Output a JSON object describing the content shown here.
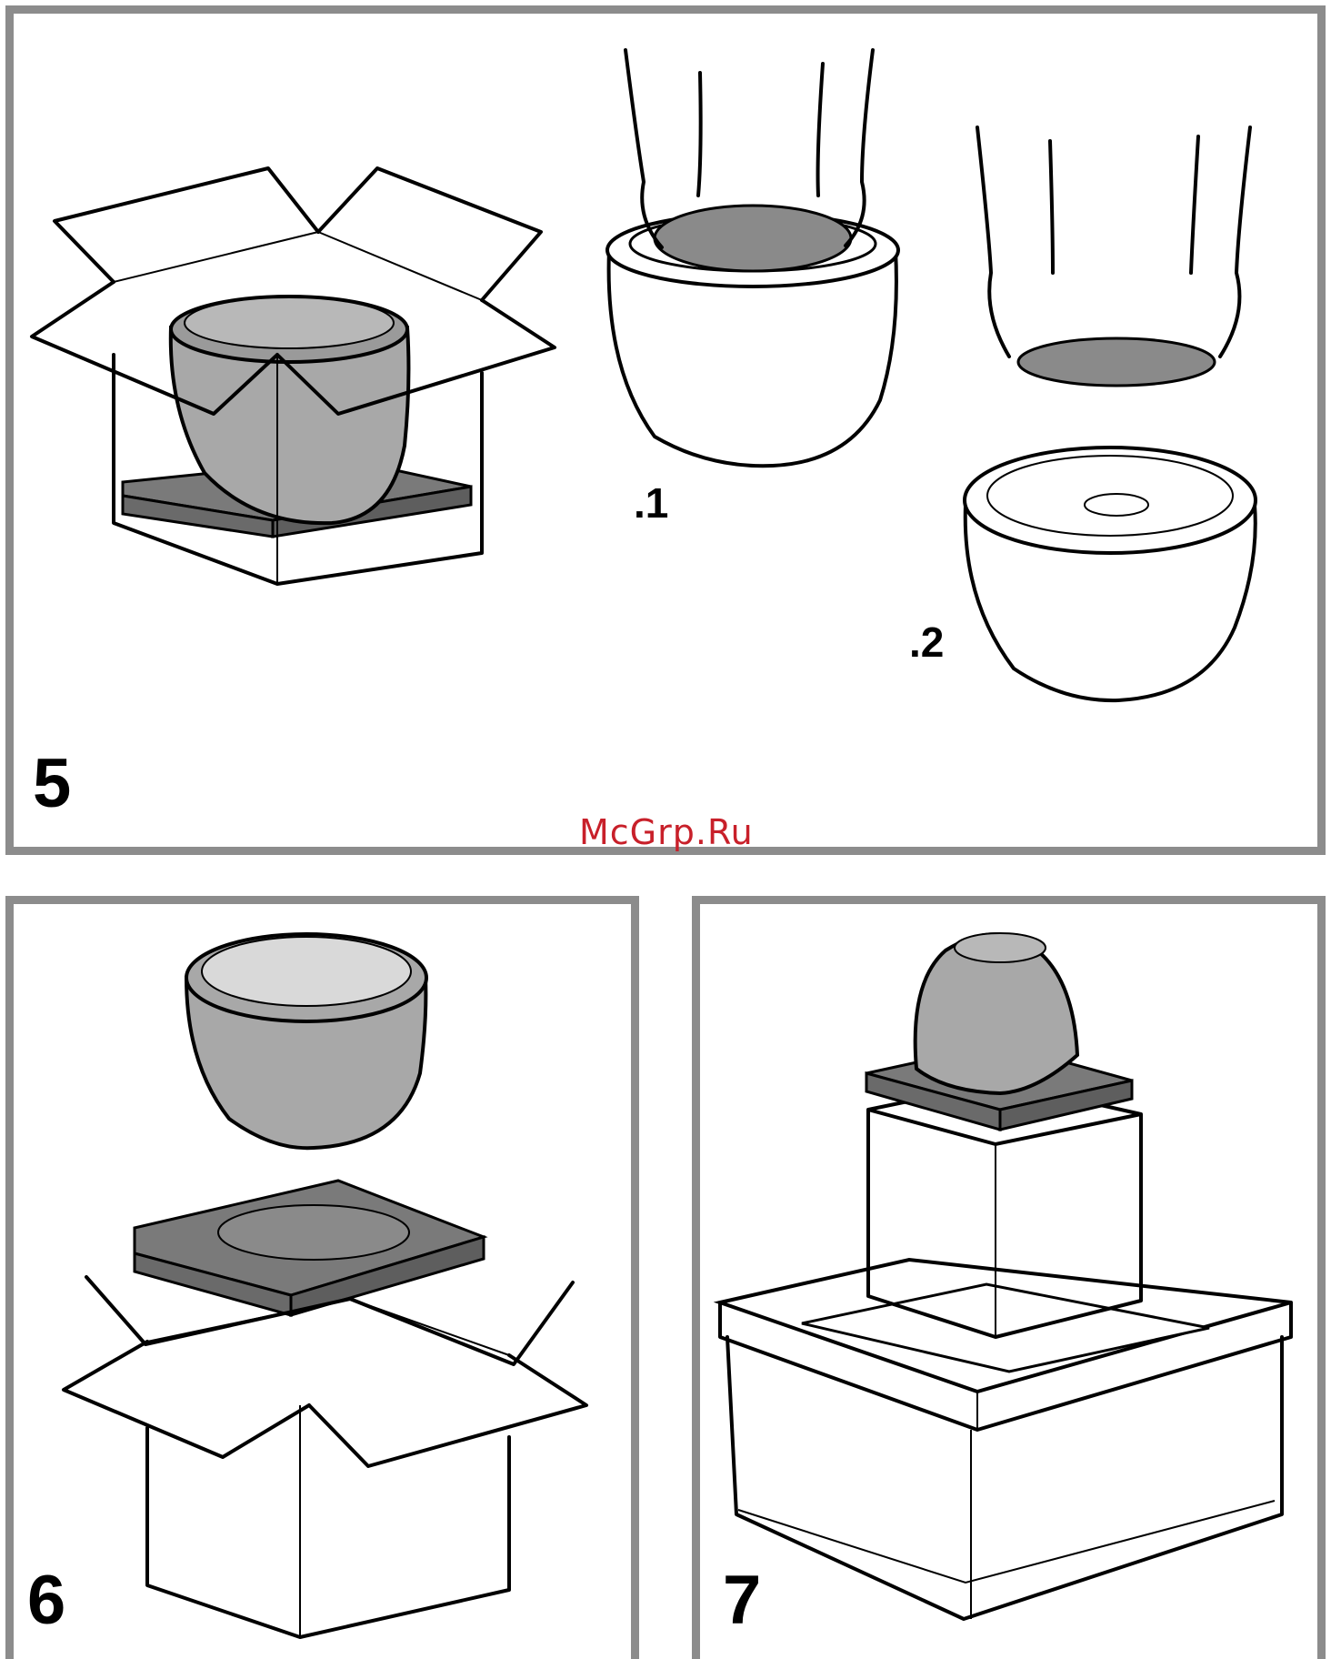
{
  "steps": {
    "step5": "5",
    "step6": "6",
    "step7": "7",
    "sub1": ".1",
    "sub2": ".2"
  },
  "watermark": "McGrp.Ru",
  "colors": {
    "frame": "#8c8c8c",
    "fill_dark": "#7a7a7a",
    "fill_mid": "#a8a8a8",
    "fill_light": "#d9d9d9",
    "watermark": "#c8202a"
  }
}
